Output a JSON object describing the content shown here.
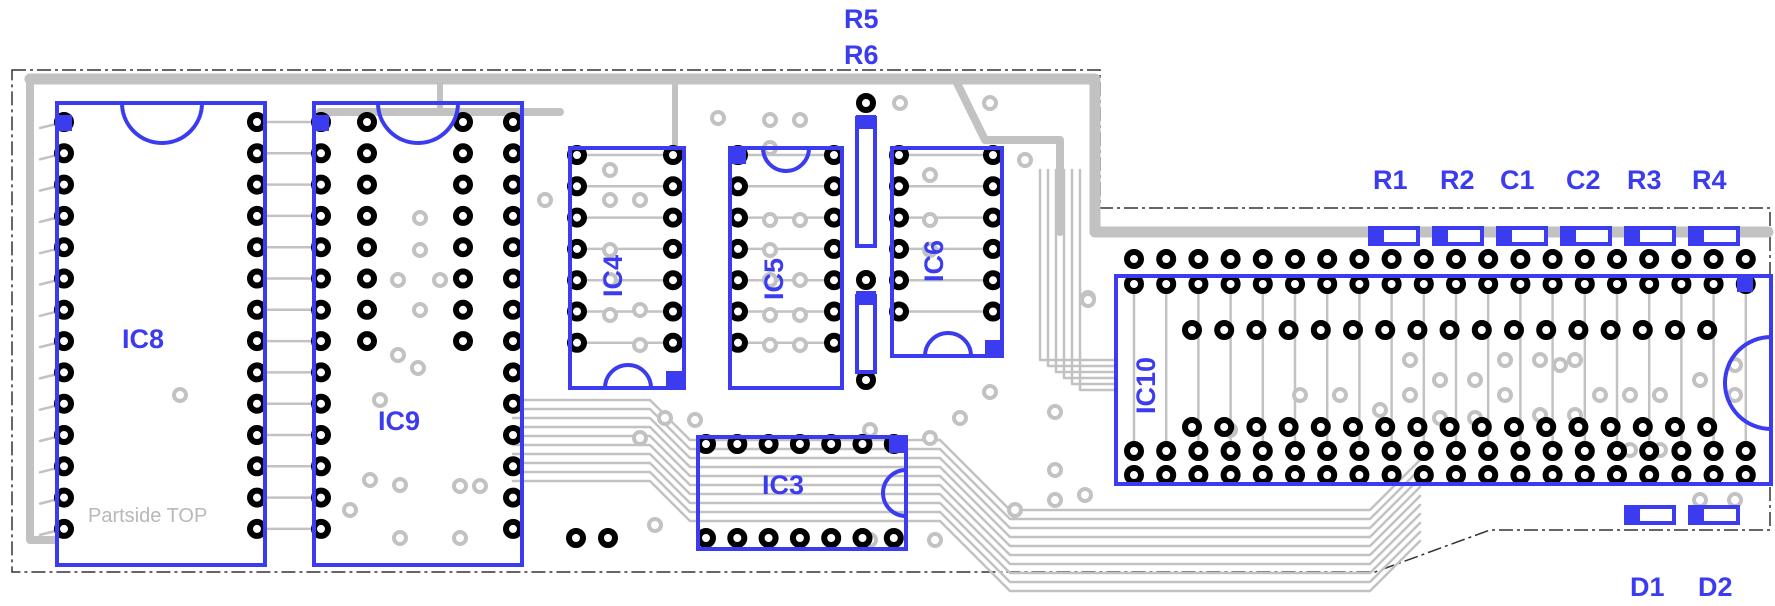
{
  "board": {
    "colors": {
      "trace": "#c2c2c2",
      "outline": "#3b3bf0",
      "pad": "#000000",
      "component_label": "#3b3bf0",
      "silk_text": "#b8b8b8",
      "board_edge": "#333333"
    },
    "silkscreen_text": "Partside TOP"
  },
  "components": {
    "ic8": "IC8",
    "ic9": "IC9",
    "ic4": "IC4",
    "ic5": "IC5",
    "ic6": "IC6",
    "ic3": "IC3",
    "ic10": "IC10",
    "r1": "R1",
    "r2": "R2",
    "r3": "R3",
    "r4": "R4",
    "r5": "R5",
    "r6": "R6",
    "c1": "C1",
    "c2": "C2",
    "d1": "D1",
    "d2": "D2"
  }
}
